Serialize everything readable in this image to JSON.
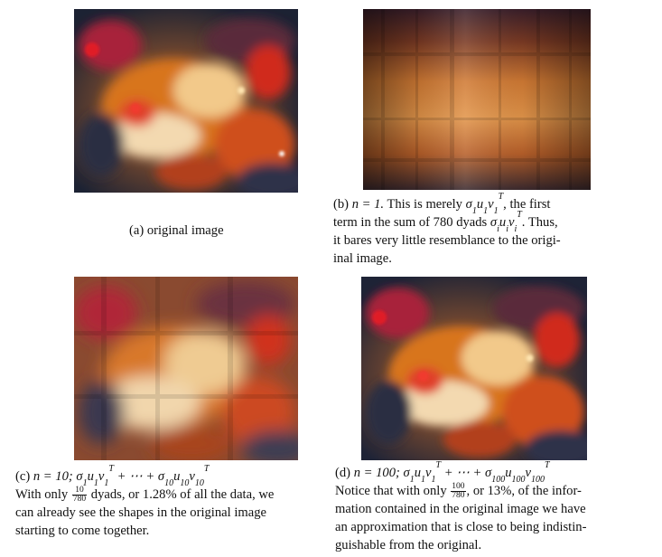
{
  "panels": {
    "a": {
      "caption": "(a) original image"
    },
    "b": {
      "label": "(b)",
      "n_text": "n = 1.",
      "line1_rest": "This is merely",
      "line1_tail": ", the first",
      "line2_head": "term in the sum of 780 dyads",
      "line2_tail": ". Thus,",
      "line3": "it bares very little resemblance to the origi-",
      "line4": "inal image."
    },
    "c": {
      "label": "(c)",
      "n_text": "n = 10;",
      "line2_head": "With only",
      "frac_num": "10",
      "frac_den": "780",
      "line2_tail": "dyads, or 1.28% of all the data, we",
      "line3": "can already see the shapes in the original image",
      "line4": "starting to come together."
    },
    "d": {
      "label": "(d)",
      "n_text": "n = 100;",
      "line2_head": "Notice that with only",
      "frac_num": "100",
      "frac_den": "780",
      "line2_tail": ", or 13%, of the infor-",
      "line3": "mation contained in the original image we have",
      "line4": "an approximation that is close to being indistin-",
      "line5": "guishable from the original."
    }
  },
  "colors": {
    "nebula_orange": "#e07a25",
    "nebula_red": "#c8141e",
    "nebula_cream": "#f0d7a8",
    "space_dark": "#1a1b2e"
  }
}
